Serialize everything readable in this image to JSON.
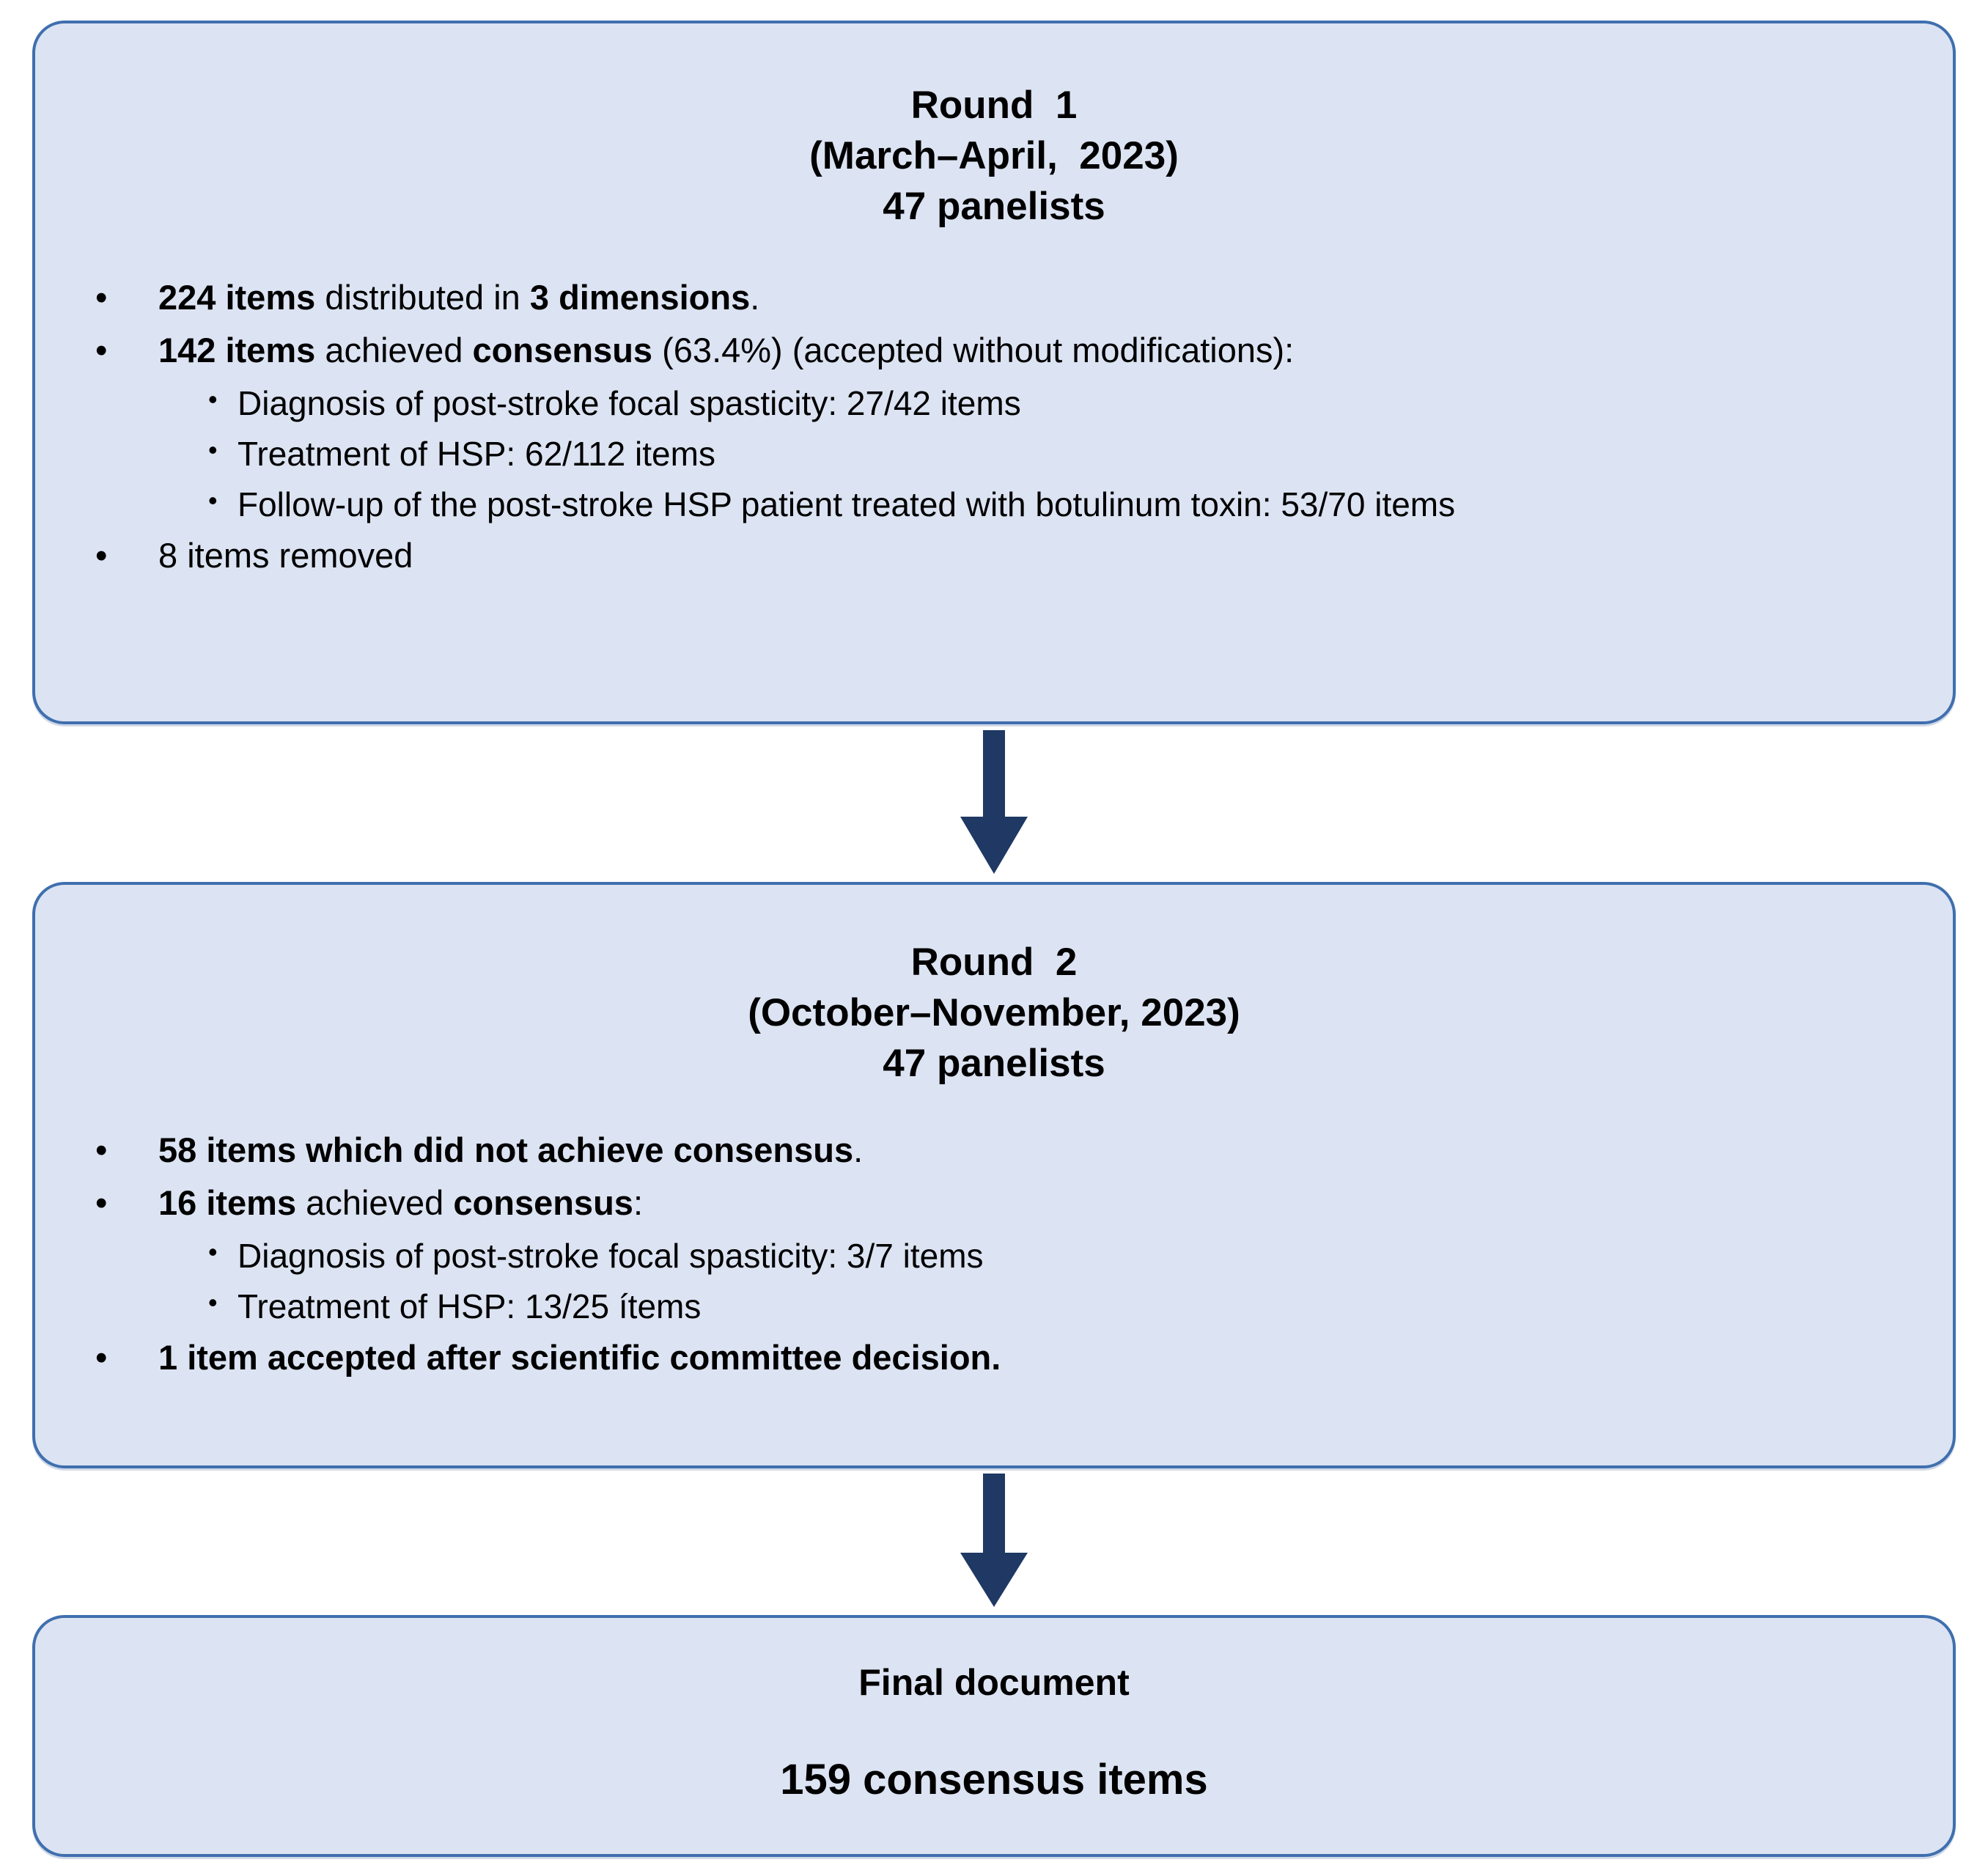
{
  "colors": {
    "box_fill": "#dce3f2",
    "box_border": "#3f6fae",
    "arrow": "#1f3864",
    "text": "#000000",
    "page_background": "#ffffff"
  },
  "diagram": {
    "type": "flowchart",
    "orientation": "vertical",
    "title": "Delphi consensus process flowchart",
    "node_count": 3,
    "connector_count": 2
  },
  "round1": {
    "heading_lines": [
      "Round  1",
      "(March–April,  2023)",
      "47 panelists"
    ],
    "bullets": [
      {
        "marker": "•",
        "segments": [
          {
            "text": "224 items",
            "bold": true
          },
          {
            "text": " distributed in ",
            "bold": false
          },
          {
            "text": "3 dimensions",
            "bold": true
          },
          {
            "text": ".",
            "bold": false
          }
        ],
        "subbullets": []
      },
      {
        "marker": "•",
        "segments": [
          {
            "text": "142 items",
            "bold": true
          },
          {
            "text": " achieved ",
            "bold": false
          },
          {
            "text": "consensus",
            "bold": true
          },
          {
            "text": " (63.4%) (accepted without modifications):",
            "bold": false
          }
        ],
        "subbullets": [
          {
            "marker": "•",
            "text": "Diagnosis of post-stroke focal spasticity: 27/42 items"
          },
          {
            "marker": "•",
            "text": "Treatment of HSP: 62/112 items"
          },
          {
            "marker": "•",
            "text": "Follow-up of the post-stroke HSP patient treated with botulinum toxin: 53/70 items"
          }
        ]
      },
      {
        "marker": "•",
        "segments": [
          {
            "text": "8 items removed",
            "bold": false
          }
        ],
        "subbullets": []
      }
    ]
  },
  "round2": {
    "heading_lines": [
      "Round  2",
      "(October–November, 2023)",
      "47 panelists"
    ],
    "bullets": [
      {
        "marker": "•",
        "segments": [
          {
            "text": "58 items which did not achieve consensus",
            "bold": true
          },
          {
            "text": ".",
            "bold": false
          }
        ],
        "subbullets": []
      },
      {
        "marker": "•",
        "segments": [
          {
            "text": "16 items",
            "bold": true
          },
          {
            "text": " achieved ",
            "bold": false
          },
          {
            "text": "consensus",
            "bold": true
          },
          {
            "text": ":",
            "bold": false
          }
        ],
        "subbullets": [
          {
            "marker": "•",
            "text": "Diagnosis of post-stroke focal spasticity: 3/7 items"
          },
          {
            "marker": "•",
            "text": "Treatment of HSP: 13/25 ítems"
          }
        ]
      },
      {
        "marker": "•",
        "segments": [
          {
            "text": "1 item accepted after scientific committee decision.",
            "bold": true
          }
        ],
        "subbullets": []
      }
    ]
  },
  "final": {
    "heading_lines": [
      "Final document"
    ],
    "total": "159 consensus items"
  },
  "connectors": [
    {
      "name": "round1-to-round2",
      "direction": "down",
      "style": "solid-block-arrow"
    },
    {
      "name": "round2-to-final",
      "direction": "down",
      "style": "solid-block-arrow"
    }
  ]
}
